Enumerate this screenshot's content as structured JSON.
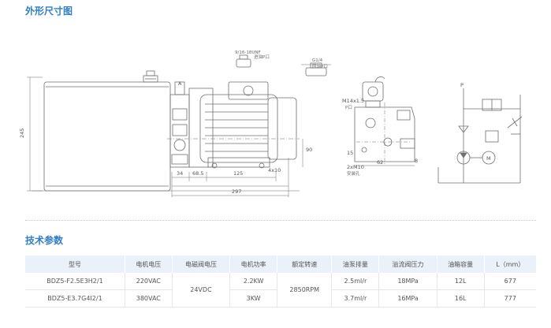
{
  "sections": {
    "dimensions_title": "外形尺寸图",
    "params_title": "技术参数"
  },
  "drawing": {
    "thread_top": "9/16-18UNF",
    "thread_top_sub": "进油P口",
    "port_g": "G1/4",
    "port_g_sub": "回油P口",
    "height_dim": "245",
    "dim_34": "34",
    "dim_685": "68.5",
    "dim_125": "125",
    "dim_4x10": "4x10",
    "dim_297": "297",
    "dim_90": "90",
    "dim_15": "15",
    "dim_62": "62",
    "dim_8": "8",
    "thread_m14": "M14x1.5",
    "m14_sub": "P口",
    "mount_holes": "2xM10",
    "mount_holes_sub": "安装孔",
    "label_a": "A",
    "schematic_p": "P",
    "schematic_m": "M"
  },
  "table": {
    "headers": [
      "型号",
      "电机电压",
      "电磁阀电压",
      "电机功率",
      "额定转速",
      "油泵排量",
      "溢流阀压力",
      "油箱容量",
      "L（mm）"
    ],
    "rows": [
      [
        "BDZ5-F2.5E3H2/1",
        "220VAC",
        "24VDC",
        "2.2KW",
        "2850RPM",
        "2.5ml/r",
        "18MPa",
        "12L",
        "677"
      ],
      [
        "BDZ5-E3.7G4I2/1",
        "380VAC",
        "",
        "3KW",
        "",
        "3.7ml/r",
        "16MPa",
        "16L",
        "777"
      ]
    ]
  },
  "colors": {
    "title_blue": "#2f7fc7",
    "header_bg": "#eaf1f8",
    "line_gray": "#7a7a7a"
  }
}
